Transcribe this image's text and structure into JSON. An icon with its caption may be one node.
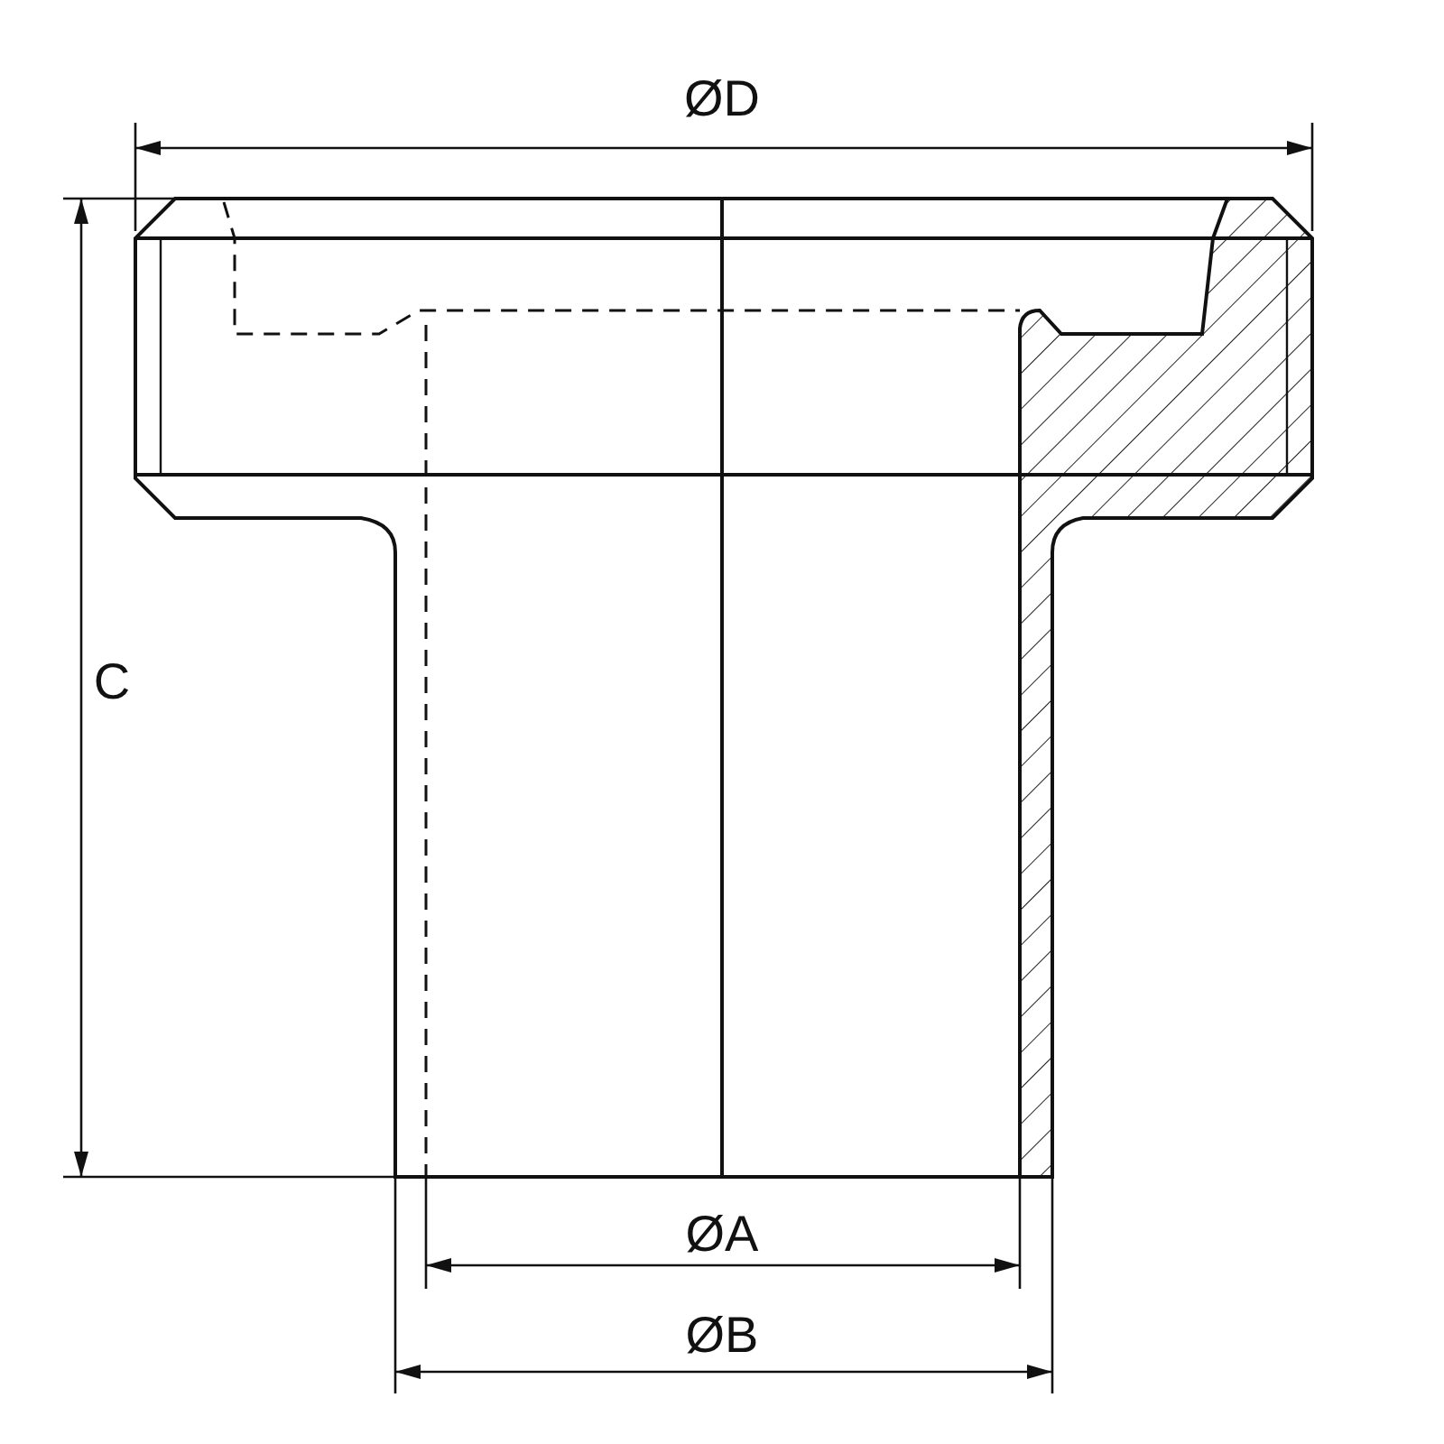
{
  "diagram": {
    "labels": [
      "ØD",
      "C",
      "ØA",
      "ØB"
    ]
  }
}
